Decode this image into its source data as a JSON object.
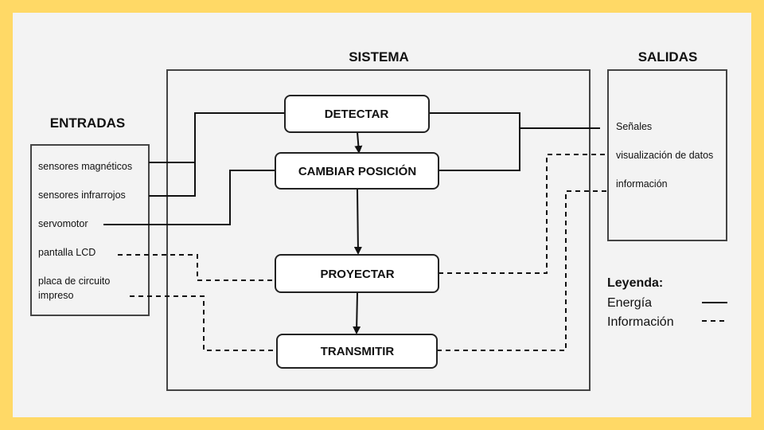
{
  "headings": {
    "sistema": "SISTEMA",
    "salidas": "SALIDAS",
    "entradas": "ENTRADAS"
  },
  "process_boxes": {
    "detectar": "DETECTAR",
    "cambiar_posicion": "CAMBIAR POSICIÓN",
    "proyectar": "PROYECTAR",
    "transmitir": "TRANSMITIR"
  },
  "entradas": {
    "sensores_magneticos": "sensores magnéticos",
    "sensores_infrarrojos": "sensores infrarrojos",
    "servomotor": "servomotor",
    "pantalla_lcd": "pantalla LCD",
    "placa_line1": "placa de circuito",
    "placa_line2": "impreso"
  },
  "salidas": {
    "senales": "Señales",
    "visualizacion": "visualización de datos",
    "informacion": "información"
  },
  "legend": {
    "title": "Leyenda:",
    "energia": "Energía",
    "informacion": "Información"
  }
}
